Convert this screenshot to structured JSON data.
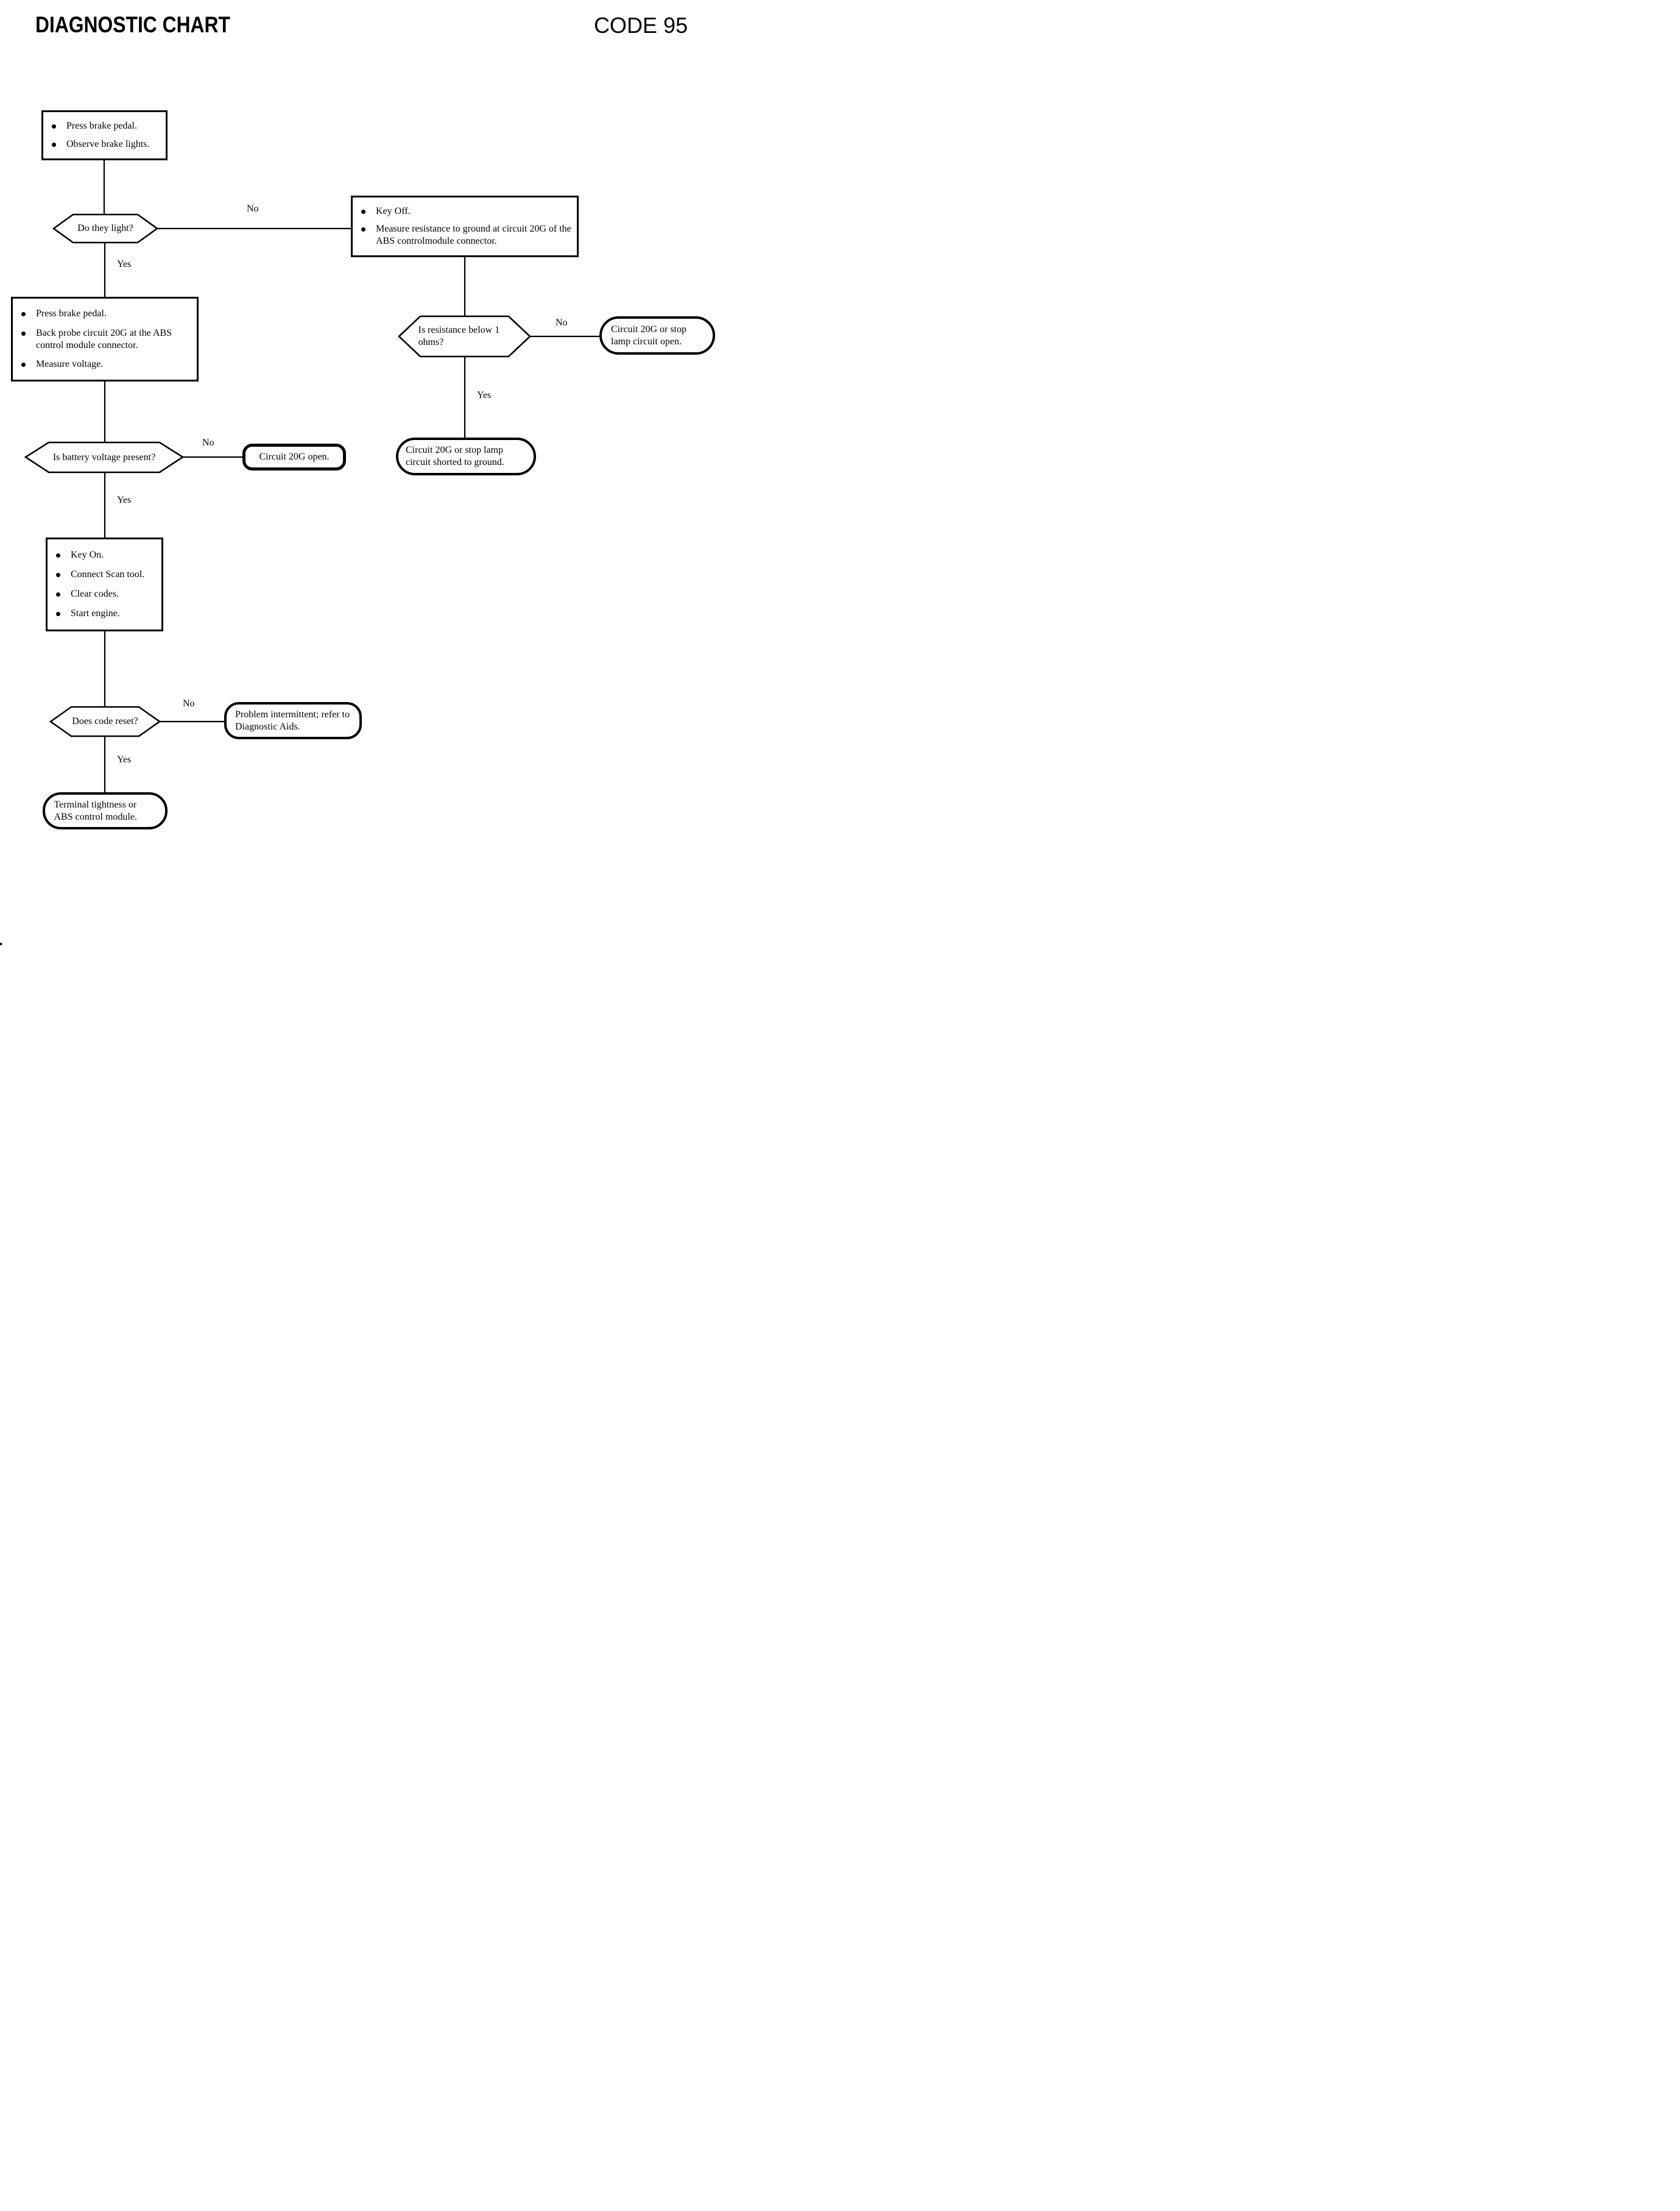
{
  "header": {
    "title": "DIAGNOSTIC CHART",
    "code": "CODE 95"
  },
  "labels": {
    "yes": "Yes",
    "no": "No"
  },
  "nodes": {
    "step_brake": {
      "bullets": [
        "Press brake pedal.",
        "Observe brake lights."
      ]
    },
    "dec_light": {
      "question": "Do they light?"
    },
    "step_keyoff": {
      "bullets": [
        "Key Off.",
        "Measure resistance to ground at circuit 20G of the ABS controlmodule connector."
      ]
    },
    "step_backprobe": {
      "bullets": [
        "Press brake pedal.",
        "Back probe circuit 20G at the ABS control module connector.",
        "Measure voltage."
      ]
    },
    "dec_battery": {
      "question": "Is battery voltage present?"
    },
    "term_circuit_open": {
      "text": "Circuit 20G open."
    },
    "dec_resistance": {
      "question": "Is resistance below 1 ohms?"
    },
    "term_stop_lamp_open": {
      "text": "Circuit 20G or stop lamp circuit open."
    },
    "term_shorted_ground": {
      "text": "Circuit 20G or stop lamp circuit shorted to ground."
    },
    "step_keyon": {
      "bullets": [
        "Key On.",
        "Connect Scan tool.",
        "Clear codes.",
        "Start engine."
      ]
    },
    "dec_code_reset": {
      "question": "Does code reset?"
    },
    "term_intermittent": {
      "text": "Problem intermittent; refer to Diagnostic Aids."
    },
    "term_tightness": {
      "text": "Terminal tightness or ABS control module."
    }
  }
}
